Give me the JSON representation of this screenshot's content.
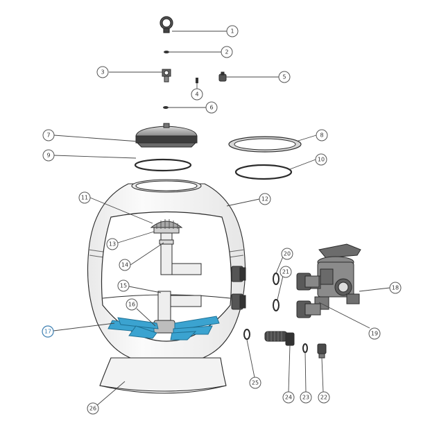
{
  "diagram": {
    "callouts": [
      {
        "id": "1",
        "label": "1"
      },
      {
        "id": "2",
        "label": "2"
      },
      {
        "id": "3",
        "label": "3"
      },
      {
        "id": "4",
        "label": "4"
      },
      {
        "id": "5",
        "label": "5"
      },
      {
        "id": "6",
        "label": "6"
      },
      {
        "id": "7",
        "label": "7"
      },
      {
        "id": "8",
        "label": "8"
      },
      {
        "id": "9",
        "label": "9"
      },
      {
        "id": "10",
        "label": "10"
      },
      {
        "id": "11",
        "label": "11"
      },
      {
        "id": "12",
        "label": "12"
      },
      {
        "id": "13",
        "label": "13"
      },
      {
        "id": "14",
        "label": "14"
      },
      {
        "id": "15",
        "label": "15"
      },
      {
        "id": "16",
        "label": "16"
      },
      {
        "id": "17",
        "label": "17",
        "highlight": true
      },
      {
        "id": "18",
        "label": "18"
      },
      {
        "id": "19",
        "label": "19"
      },
      {
        "id": "20",
        "label": "20"
      },
      {
        "id": "21",
        "label": "21"
      },
      {
        "id": "22",
        "label": "22"
      },
      {
        "id": "23",
        "label": "23"
      },
      {
        "id": "24",
        "label": "24"
      },
      {
        "id": "25",
        "label": "25"
      },
      {
        "id": "26",
        "label": "26"
      }
    ],
    "colors": {
      "line": "#2b2b2b",
      "callout_ring": "#555555",
      "highlight": "#3a7db0",
      "laterals": "#3ba3d0"
    }
  }
}
